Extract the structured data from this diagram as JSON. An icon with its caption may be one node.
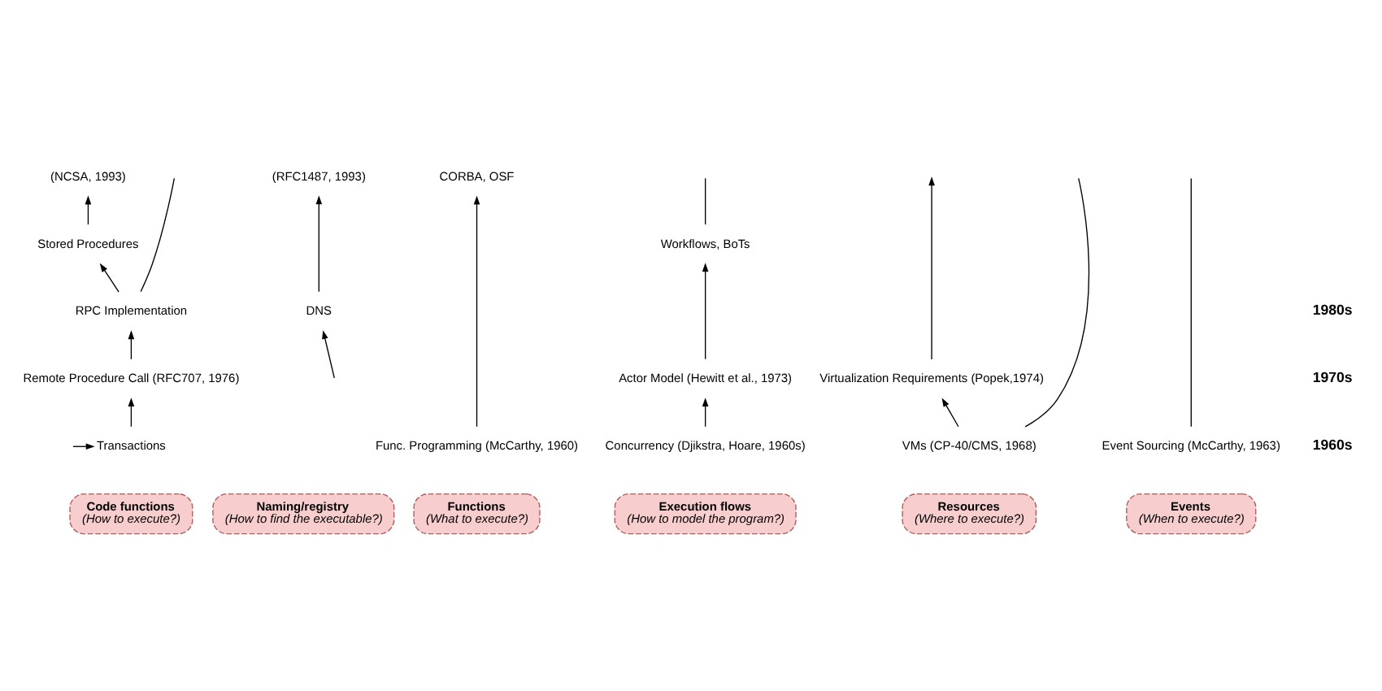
{
  "diagram": {
    "nodes": [
      {
        "text": [
          "(NCSA, 1993)"
        ]
      },
      {
        "text": [
          "(RFC1487, 1993)"
        ]
      },
      {
        "text": [
          "CORBA, OSF"
        ]
      },
      {
        "text": [
          "Stored Procedures"
        ]
      },
      {
        "text": [
          "Workflows, BoTs"
        ]
      },
      {
        "text": [
          "RPC Implementation"
        ]
      },
      {
        "text": [
          "DNS"
        ]
      },
      {
        "text": [
          "Remote Procedure Call (RFC707, 1976)"
        ]
      },
      {
        "text": [
          "Virtualization Requirements (Popek,1974)"
        ]
      },
      {
        "text": [
          "Actor Model (Hewitt et al., 1973)"
        ]
      },
      {
        "text": [
          "Transactions"
        ]
      },
      {
        "text": [
          "VMs (CP-40/CMS, 1968)"
        ]
      },
      {
        "text": [
          "Func. Programming (McCarthy, 1960)"
        ]
      },
      {
        "text": [
          "Concurrency (Djikstra, Hoare, 1960s)"
        ]
      },
      {
        "text": [
          "Event Sourcing (McCarthy, 1963)"
        ]
      },
      {
        "text": [
          "Resources",
          "(Where to execute?)"
        ]
      },
      {
        "text": [
          "Code functions",
          "(How to execute?)"
        ]
      },
      {
        "text": [
          "Naming/registry",
          "(How to find the executable?)"
        ]
      },
      {
        "text": [
          "Functions",
          "(What to execute?)"
        ]
      },
      {
        "text": [
          "Execution flows",
          "(How to model the program?)"
        ]
      },
      {
        "text": [
          "Events",
          "(When to execute?)"
        ]
      }
    ],
    "edges": [
      {
        "from": 11,
        "to": null,
        "arrow": "none"
      },
      {
        "from": 11,
        "to": 8,
        "arrow": "to"
      },
      {
        "from": 8,
        "to": null,
        "arrow": "to"
      },
      {
        "from": null,
        "to": 10,
        "arrow": "to"
      },
      {
        "from": 10,
        "to": 7,
        "arrow": "to"
      },
      {
        "from": 7,
        "to": 5,
        "arrow": "to"
      },
      {
        "from": 5,
        "to": null,
        "arrow": "none"
      },
      {
        "from": 5,
        "to": 3,
        "arrow": "to"
      },
      {
        "from": 3,
        "to": 0,
        "arrow": "to"
      },
      {
        "from": null,
        "to": 6,
        "arrow": "to"
      },
      {
        "from": 6,
        "to": 1,
        "arrow": "to"
      },
      {
        "from": 12,
        "to": 2,
        "arrow": "to"
      },
      {
        "from": 13,
        "to": 9,
        "arrow": "to"
      },
      {
        "from": 9,
        "to": 4,
        "arrow": "to"
      },
      {
        "from": 4,
        "to": null,
        "arrow": "none"
      },
      {
        "from": 14,
        "to": null,
        "arrow": "none"
      }
    ],
    "labels": [
      "1980s",
      "1970s",
      "1960s"
    ]
  }
}
